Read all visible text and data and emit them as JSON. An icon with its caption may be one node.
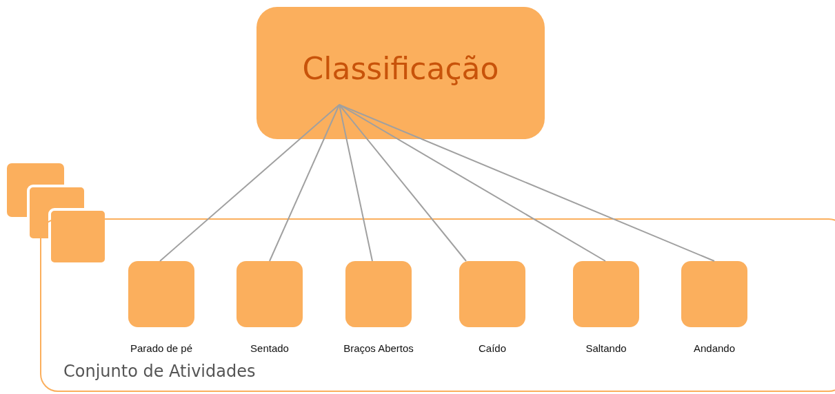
{
  "diagram": {
    "nodes": [
      {
        "text": [
          "Classificação"
        ]
      },
      {
        "text": [
          "Conjunto de Atividades"
        ]
      },
      {
        "text": [
          "Parado de pé"
        ],
        "in": 1
      },
      {
        "text": [
          "Sentado"
        ],
        "in": 1
      },
      {
        "text": [
          "Braços Abertos"
        ],
        "in": 1
      },
      {
        "text": [
          "Caído"
        ],
        "in": 1
      },
      {
        "text": [
          "Saltando"
        ],
        "in": 1
      },
      {
        "text": [
          "Andando"
        ],
        "in": 1
      }
    ],
    "edges": [
      {
        "from": 0,
        "to": 2,
        "arrow": "none"
      },
      {
        "from": 0,
        "to": 3,
        "arrow": "none"
      },
      {
        "from": 0,
        "to": 4,
        "arrow": "none"
      },
      {
        "from": 0,
        "to": 5,
        "arrow": "none"
      },
      {
        "from": 0,
        "to": 6,
        "arrow": "none"
      },
      {
        "from": 0,
        "to": 7,
        "arrow": "none"
      }
    ]
  }
}
